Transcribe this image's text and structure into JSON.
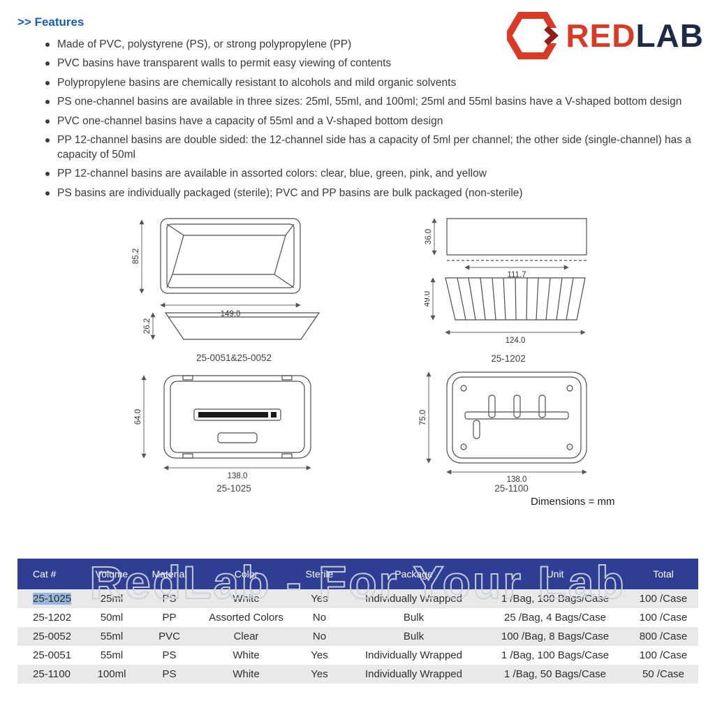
{
  "logo": {
    "text_red": "RED",
    "text_lab": "LAB"
  },
  "features": {
    "title": ">> Features",
    "items": [
      "Made of PVC, polystyrene (PS), or strong polypropylene (PP)",
      "PVC basins have transparent walls to permit easy viewing of contents",
      "Polypropylene basins are chemically resistant to alcohols and mild organic solvents",
      "PS one-channel basins are available in three sizes: 25ml, 55ml, and 100ml; 25ml and 55ml basins have a V-shaped bottom design",
      "PVC one-channel basins have a capacity of 55ml and a V-shaped bottom design",
      "PP 12-channel basins are double sided: the 12-channel side has a capacity of 5ml per channel; the other side (single-channel) has a capacity of 50ml",
      "PP 12-channel basins are available in assorted colors: clear, blue, green, pink, and yellow",
      "PS basins are individually packaged (sterile); PVC and PP basins are bulk packaged (non-sterile)"
    ]
  },
  "diagrams": {
    "front": {
      "height": "85.2",
      "width": "149.0"
    },
    "side": {
      "height": "26.2"
    },
    "front_caption": "25-0051&25-0052",
    "lid": {
      "height": "36.0",
      "width": "111.7"
    },
    "channels": {
      "height": "49.0",
      "width": "124.0",
      "caption": "25-1202"
    },
    "tray1025": {
      "height": "64.0",
      "width": "138.0",
      "caption": "25-1025"
    },
    "tray1100": {
      "height": "75.0",
      "width": "138.0",
      "caption": "25-1100"
    },
    "note": "Dimensions = mm"
  },
  "watermark": "RedLab - For Your Lab",
  "table": {
    "headers": [
      "Cat #",
      "Volume",
      "Material",
      "Color",
      "Sterile",
      "Package",
      "Unit",
      "Total"
    ],
    "rows": [
      {
        "cat": "25-1025",
        "volume": "25ml",
        "material": "PS",
        "color": "White",
        "sterile": "Yes",
        "package": "Individually Wrapped",
        "unit": "1 /Bag, 100 Bags/Case",
        "total": "100 /Case"
      },
      {
        "cat": "25-1202",
        "volume": "50ml",
        "material": "PP",
        "color": "Assorted Colors",
        "sterile": "No",
        "package": "Bulk",
        "unit": "25 /Bag, 4 Bags/Case",
        "total": "100 /Case"
      },
      {
        "cat": "25-0052",
        "volume": "55ml",
        "material": "PVC",
        "color": "Clear",
        "sterile": "No",
        "package": "Bulk",
        "unit": "100 /Bag, 8 Bags/Case",
        "total": "800 /Case"
      },
      {
        "cat": "25-0051",
        "volume": "55ml",
        "material": "PS",
        "color": "White",
        "sterile": "Yes",
        "package": "Individually Wrapped",
        "unit": "1 /Bag, 100 Bags/Case",
        "total": "100 /Case"
      },
      {
        "cat": "25-1100",
        "volume": "100ml",
        "material": "PS",
        "color": "White",
        "sterile": "Yes",
        "package": "Individually Wrapped",
        "unit": "1 /Bag, 50 Bags/Case",
        "total": "50 /Case"
      }
    ]
  },
  "colors": {
    "table_header_bg": "#2d3e94",
    "accent_blue": "#1a5dab",
    "logo_red": "#d93a26",
    "logo_navy": "#1e2a4a",
    "row_alt": "#e9e9e9"
  }
}
